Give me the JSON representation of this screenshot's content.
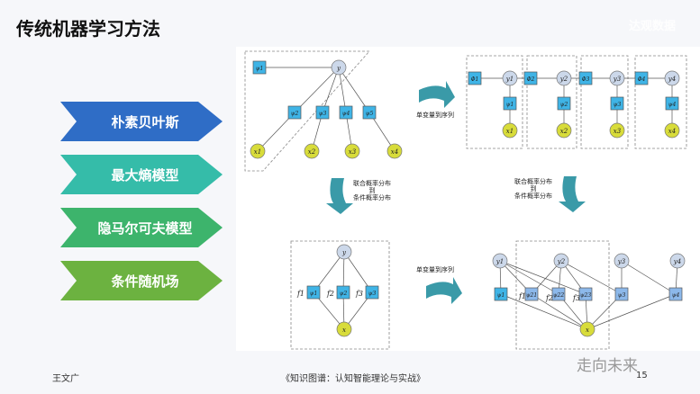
{
  "title": "传统机器学习方法",
  "logo": "达观数据",
  "methods": [
    {
      "label": "朴素贝叶斯",
      "color": "#2f6dc6"
    },
    {
      "label": "最大熵模型",
      "color": "#35bca9"
    },
    {
      "label": "隐马尔可夫模型",
      "color": "#3db46c"
    },
    {
      "label": "条件随机场",
      "color": "#6cb240"
    }
  ],
  "diagram": {
    "arrow_label_seq": "单变量到序列",
    "arrow_label_cond": [
      "联合概率分布",
      "到",
      "条件概率分布"
    ],
    "nb": {
      "y": "y",
      "psi": [
        "ψ1",
        "ψ2",
        "ψ3",
        "ψ4",
        "ψ5"
      ],
      "x": [
        "x1",
        "x2",
        "x3",
        "x4"
      ]
    },
    "hmm": {
      "phi": [
        "Φ1",
        "Φ2",
        "Φ3",
        "Φ4"
      ],
      "y": [
        "y1",
        "y2",
        "y3",
        "y4"
      ],
      "psi": [
        "ψ1",
        "ψ2",
        "ψ3",
        "ψ4"
      ],
      "x": [
        "x1",
        "x2",
        "x3",
        "x4"
      ]
    },
    "maxent": {
      "y": "y",
      "psi": [
        "ψ1",
        "ψ2",
        "ψ3"
      ],
      "f": [
        "f1",
        "f2",
        "f3"
      ],
      "x": "x"
    },
    "crf": {
      "y": [
        "y1",
        "y2",
        "y3",
        "y4"
      ],
      "psi": [
        "ψ1",
        "ψ21",
        "ψ22",
        "ψ23",
        "ψ3",
        "ψ4"
      ],
      "f": [
        "f1",
        "f2",
        "f3"
      ],
      "x": "x"
    },
    "colors": {
      "factor": "#3fb4e6",
      "factor_light": "#8cb8ea",
      "var": "#ccd8ea",
      "obs": "#d8dc3a",
      "arrow": "#3a9aa8"
    }
  },
  "footer": {
    "author": "王文广",
    "book": "《知识图谱：认知智能理论与实战》",
    "page": "15",
    "watermark": "走向未来"
  }
}
